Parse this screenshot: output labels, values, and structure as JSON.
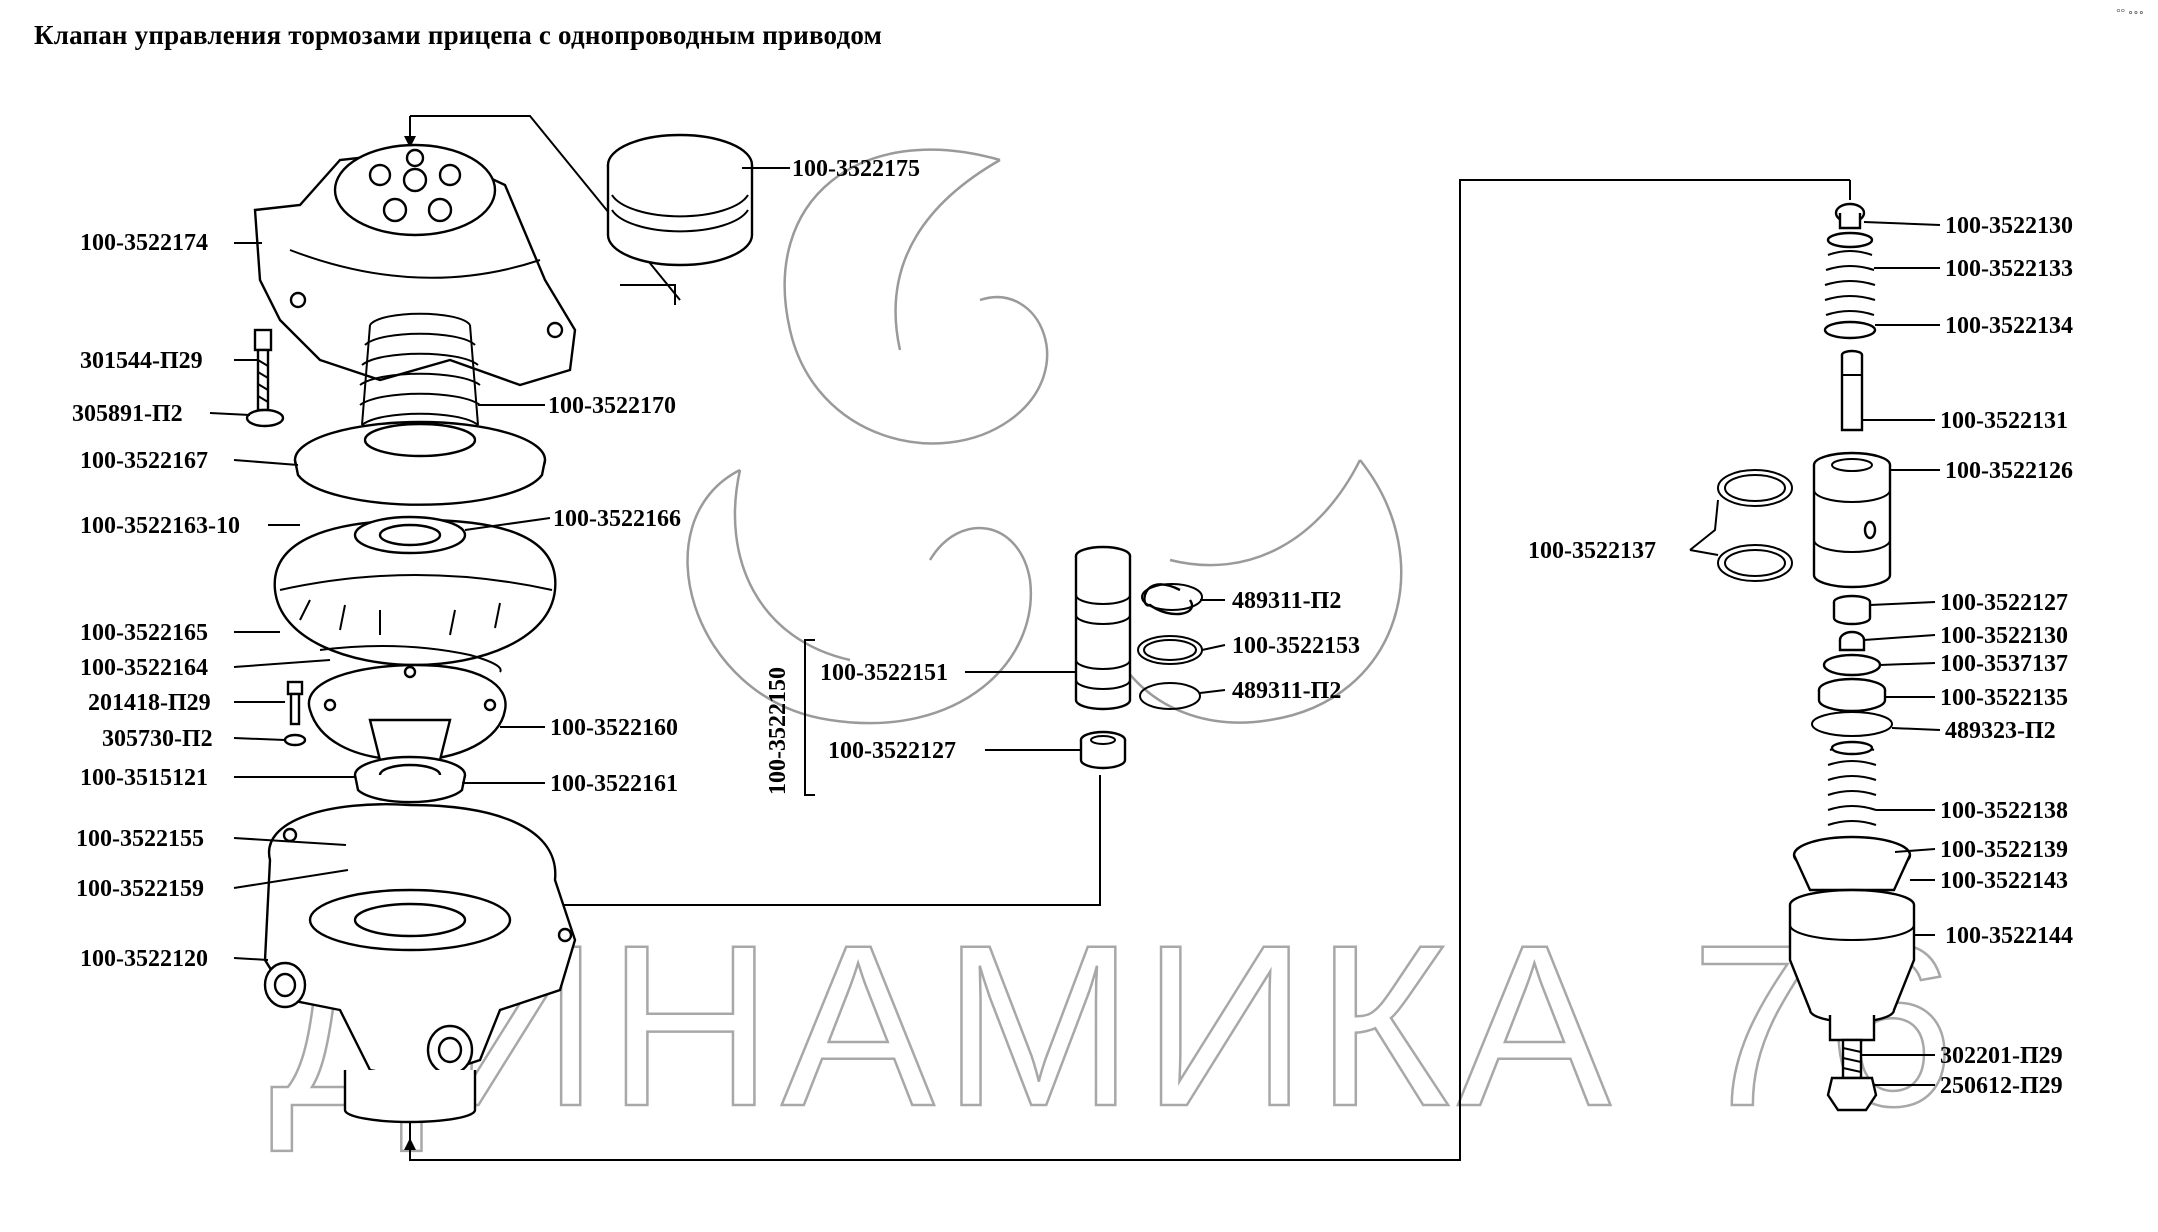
{
  "title": "Клапан управления тормозами прицепа с однопроводным приводом",
  "watermark": "ДИНАМИКА 76",
  "corner_mark": "°° ∘∘∘",
  "assembly_label": "100-3522150",
  "parts": {
    "p_3522175": "100-3522175",
    "p_3522174": "100-3522174",
    "p_301544": "301544-П29",
    "p_305891": "305891-П2",
    "p_3522167": "100-3522167",
    "p_3522170": "100-3522170",
    "p_3522163_10": "100-3522163-10",
    "p_3522166": "100-3522166",
    "p_3522165": "100-3522165",
    "p_3522164": "100-3522164",
    "p_201418": "201418-П29",
    "p_305730": "305730-П2",
    "p_3515121": "100-3515121",
    "p_3522160": "100-3522160",
    "p_3522161": "100-3522161",
    "p_3522155": "100-3522155",
    "p_3522159": "100-3522159",
    "p_3522120": "100-3522120",
    "p_489311_a": "489311-П2",
    "p_3522153": "100-3522153",
    "p_489311_b": "489311-П2",
    "p_3522151": "100-3522151",
    "p_3522127_mid": "100-3522127",
    "p_3522130_a": "100-3522130",
    "p_3522133": "100-3522133",
    "p_3522134": "100-3522134",
    "p_3522131": "100-3522131",
    "p_3522126": "100-3522126",
    "p_3522137": "100-3522137",
    "p_3522127_r": "100-3522127",
    "p_3522130_b": "100-3522130",
    "p_3537137": "100-3537137",
    "p_3522135": "100-3522135",
    "p_489323": "489323-П2",
    "p_3522138": "100-3522138",
    "p_3522139": "100-3522139",
    "p_3522143": "100-3522143",
    "p_3522144": "100-3522144",
    "p_302201": "302201-П29",
    "p_250612": "250612-П29"
  }
}
